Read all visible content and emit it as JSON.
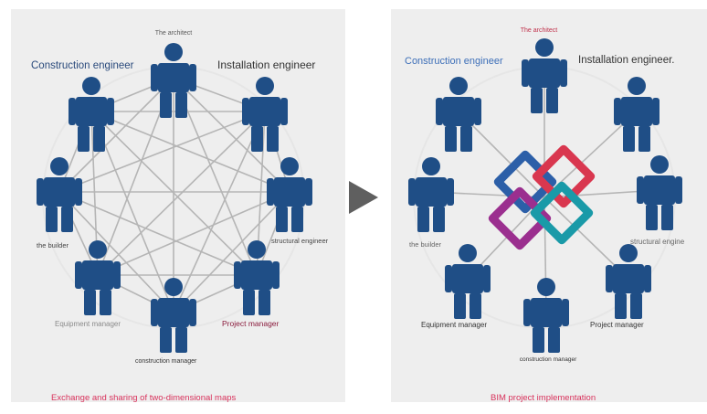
{
  "left_diagram": {
    "roles": {
      "architect": "The architect",
      "construction_engineer": "Construction engineer",
      "installation_engineer": "Installation engineer",
      "builder": "the builder",
      "structural_engineer": "structural engineer",
      "equipment_manager": "Equipment manager",
      "project_manager": "Project manager",
      "construction_manager": "construction manager"
    },
    "caption": "Exchange and sharing of two-dimensional maps"
  },
  "right_diagram": {
    "roles": {
      "architect": "The architect",
      "construction_engineer": "Construction engineer",
      "installation_engineer": "Installation engineer.",
      "builder": "the builder",
      "structural_engineer": "structural engine",
      "equipment_manager": "Equipment manager",
      "project_manager": "Project manager",
      "construction_manager": "construction manager"
    },
    "caption": "BIM project implementation"
  },
  "colors": {
    "person": "#1f4e86",
    "link": "#b5b5b5",
    "ring": "#e6e6e6",
    "arrow": "#5f5f5f",
    "caption": "#d8315b",
    "panel": "#eeeeee",
    "bim_blue": "#2c5fa8",
    "bim_red": "#d9374f",
    "bim_purple": "#9b2f8f",
    "bim_teal": "#1a9aa8"
  },
  "icons": [
    "person-icon",
    "arrow-right-icon",
    "bim-logo-icon"
  ]
}
